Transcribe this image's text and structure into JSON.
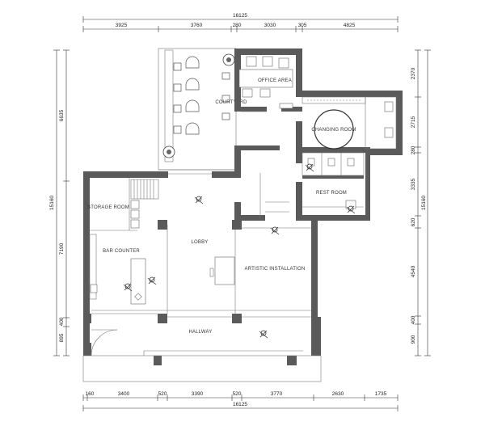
{
  "dimensions": {
    "top_total": "16125",
    "top_segments": [
      "3925",
      "3760",
      "280",
      "3030",
      "305",
      "4825"
    ],
    "bottom_total": "16125",
    "bottom_segments": [
      "160",
      "3400",
      "520",
      "3390",
      "520",
      "3770",
      "2630",
      "1735"
    ],
    "left_total": "15160",
    "left_segments": [
      "6635",
      "7190",
      "400",
      "895"
    ],
    "right_total": "15160",
    "right_segments": [
      "2370",
      "2715",
      "280",
      "3335",
      "620",
      "4540",
      "400",
      "900"
    ]
  },
  "rooms": {
    "courtyard": "COURTYARD",
    "office_area": "OFFICE AREA",
    "changing_room": "CHANGING ROOM",
    "rest_room": "REST ROOM",
    "storage_room": "STORAGE ROOM",
    "bar_counter": "BAR COUNTER",
    "lobby": "LOBBY",
    "artistic_installation": "ARTISTIC INSTALLATION",
    "hallway": "HALLWAY"
  },
  "colors": {
    "wall": "#5a5a5a",
    "line": "#333333",
    "background": "#ffffff"
  }
}
